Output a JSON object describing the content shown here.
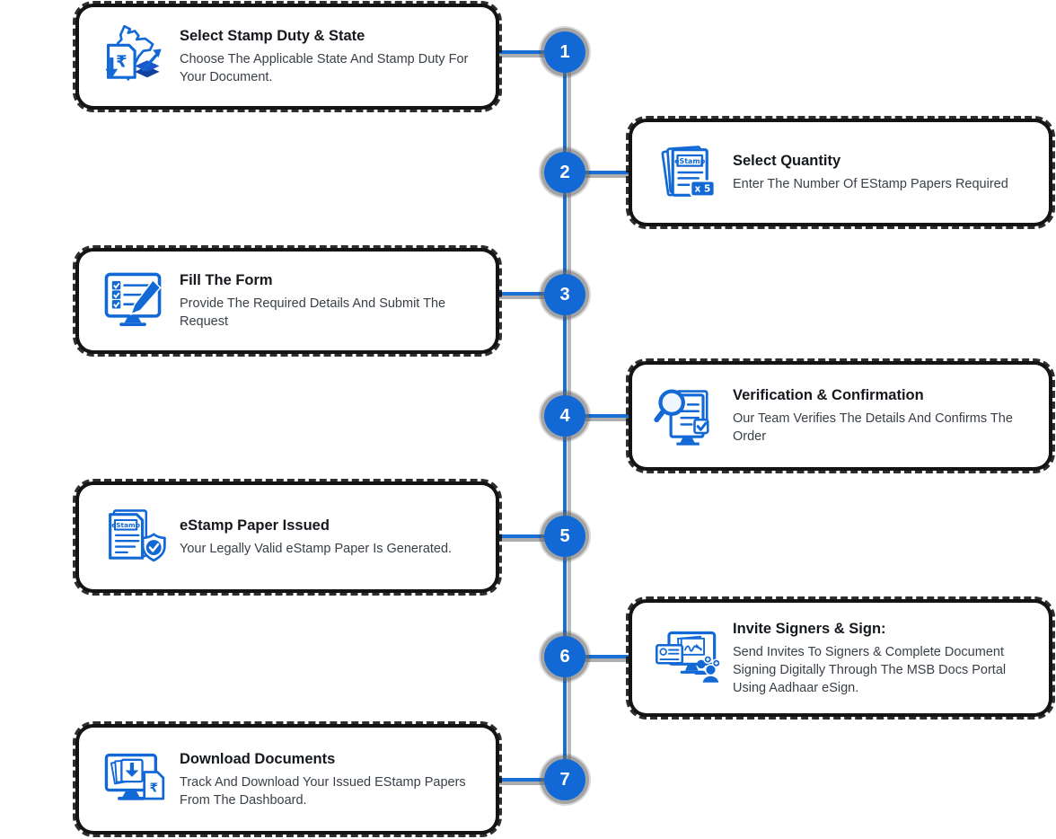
{
  "colors": {
    "accent_blue": "#1269d6",
    "line_blue": "#1a6fd4",
    "node_blue": "#1269d6",
    "node_text": "#ffffff",
    "title_text": "#15181d",
    "description_text": "#3a4048",
    "card_background": "#ffffff",
    "rough_border": "#141414",
    "page_background": "#ffffff"
  },
  "icon_texts": {
    "estamp_label": "eStamp",
    "quantity_badge": "x 5",
    "rupee": "₹"
  },
  "timeline": {
    "steps": [
      {
        "number": "1",
        "side": "left",
        "icon": "stamp-duty-state-icon",
        "title": "Select Stamp Duty & State",
        "description": "Choose The Applicable State And Stamp Duty For Your Document."
      },
      {
        "number": "2",
        "side": "right",
        "icon": "select-quantity-icon",
        "title": "Select Quantity",
        "description": "Enter The Number Of EStamp Papers Required"
      },
      {
        "number": "3",
        "side": "left",
        "icon": "fill-form-icon",
        "title": "Fill The Form",
        "description": "Provide The Required Details And Submit The Request"
      },
      {
        "number": "4",
        "side": "right",
        "icon": "verification-confirmation-icon",
        "title": "Verification & Confirmation",
        "description": "Our Team Verifies The Details And Confirms The Order"
      },
      {
        "number": "5",
        "side": "left",
        "icon": "estamp-paper-issued-icon",
        "title": "eStamp Paper Issued",
        "description": "Your Legally Valid eStamp Paper Is Generated."
      },
      {
        "number": "6",
        "side": "right",
        "icon": "invite-signers-icon",
        "title": "Invite Signers & Sign:",
        "description": "Send Invites To Signers & Complete Document Signing Digitally Through The MSB Docs Portal Using Aadhaar eSign."
      },
      {
        "number": "7",
        "side": "left",
        "icon": "download-documents-icon",
        "title": "Download Documents",
        "description": "Track And Download Your Issued EStamp Papers From The Dashboard."
      }
    ]
  }
}
